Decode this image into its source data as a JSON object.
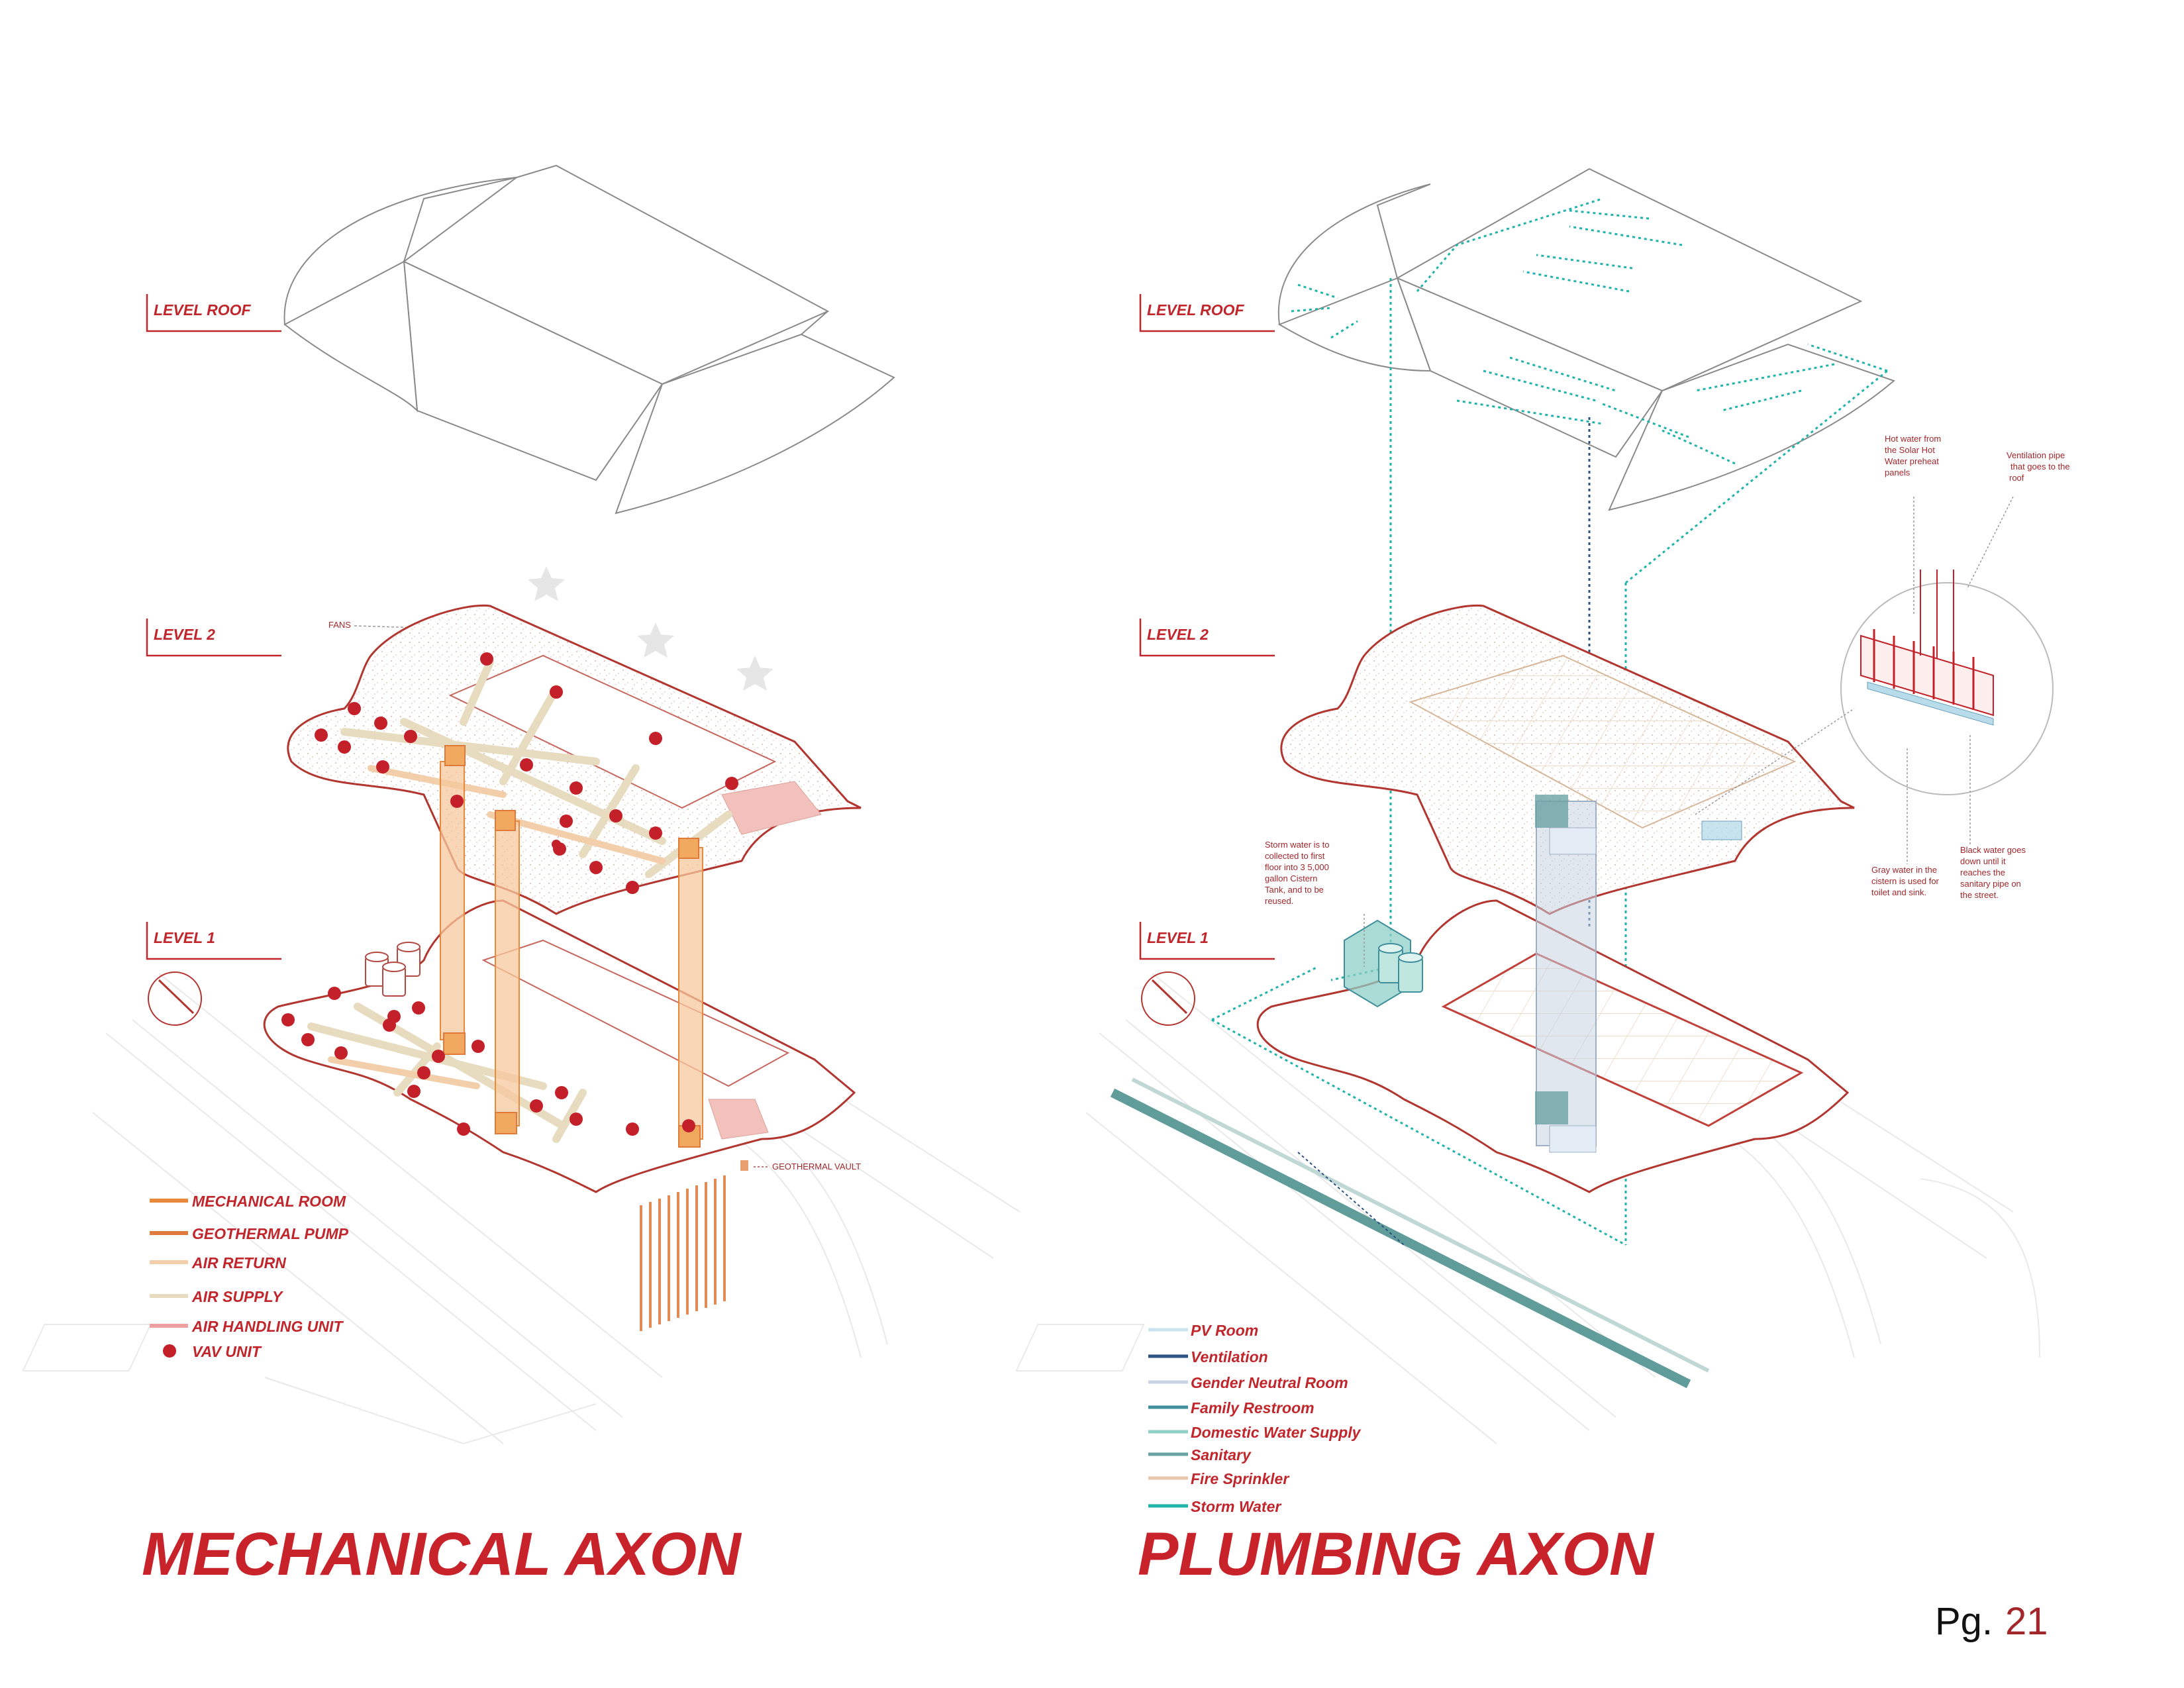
{
  "colors": {
    "accent_red": "#c0262b",
    "vav_red": "#c4202a",
    "mechanical_room": "#e9893c",
    "geothermal_pump": "#e07a3c",
    "air_return": "#f2cfaa",
    "air_supply": "#e8dcc0",
    "air_handling_unit": "#eea0a0",
    "storm_water": "#1fb3aa",
    "ventilation": "#2c5383",
    "domestic_water": "#8ecfc6",
    "pv_room": "#cde3ef",
    "gender_neutral": "#c7d3e1",
    "family_restroom": "#3f8f9c",
    "sanitary": "#6aa3a3",
    "fire_sprinkler": "#e9c6b0"
  },
  "mechanical": {
    "title": "MECHANICAL AXON",
    "levels": {
      "roof": "LEVEL ROOF",
      "level2": "LEVEL 2",
      "level1": "LEVEL 1"
    },
    "fans_label": "FANS",
    "geothermal_vault_label": "GEOTHERMAL VAULT",
    "legend": [
      {
        "label": "MECHANICAL ROOM",
        "color": "#e9893c",
        "kind": "line"
      },
      {
        "label": "GEOTHERMAL PUMP",
        "color": "#e07a3c",
        "kind": "line"
      },
      {
        "label": "AIR RETURN",
        "color": "#f2cfaa",
        "kind": "line"
      },
      {
        "label": "AIR SUPPLY",
        "color": "#e8dcc0",
        "kind": "line"
      },
      {
        "label": "AIR HANDLING UNIT",
        "color": "#eea0a0",
        "kind": "line"
      },
      {
        "label": "VAV UNIT",
        "color": "#c4202a",
        "kind": "dot"
      }
    ]
  },
  "plumbing": {
    "title": "PLUMBING AXON",
    "levels": {
      "roof": "LEVEL ROOF",
      "level2": "LEVEL 2",
      "level1": "LEVEL 1"
    },
    "notes": {
      "hot_water": [
        "Hot water from",
        "the Solar Hot",
        "Water preheat",
        "panels"
      ],
      "ventilation_pipe": [
        "Ventilation pipe",
        "that goes to the",
        "roof"
      ],
      "storm_water": [
        "Storm water is to",
        "collected to first",
        "floor into 3 5,000",
        "gallon Cistern",
        "Tank, and to be",
        "reused."
      ],
      "gray_water": [
        "Gray water in the",
        "cistern is used for",
        "toilet and sink."
      ],
      "black_water": [
        "Black water goes",
        "down until it",
        "reaches the",
        "sanitary pipe on",
        "the street."
      ]
    },
    "legend": [
      {
        "label": "PV Room",
        "color": "#cde3ef"
      },
      {
        "label": "Ventilation",
        "color": "#2c5383"
      },
      {
        "label": "Gender Neutral Room",
        "color": "#c7d3e1"
      },
      {
        "label": "Family Restroom",
        "color": "#3f8f9c"
      },
      {
        "label": "Domestic Water Supply",
        "color": "#8ecfc6"
      },
      {
        "label": "Sanitary",
        "color": "#6aa3a3"
      },
      {
        "label": "Fire Sprinkler",
        "color": "#e9c6b0"
      },
      {
        "label": "Storm Water",
        "color": "#1fb3aa"
      }
    ]
  },
  "page": {
    "prefix": "Pg.",
    "number": "21"
  }
}
